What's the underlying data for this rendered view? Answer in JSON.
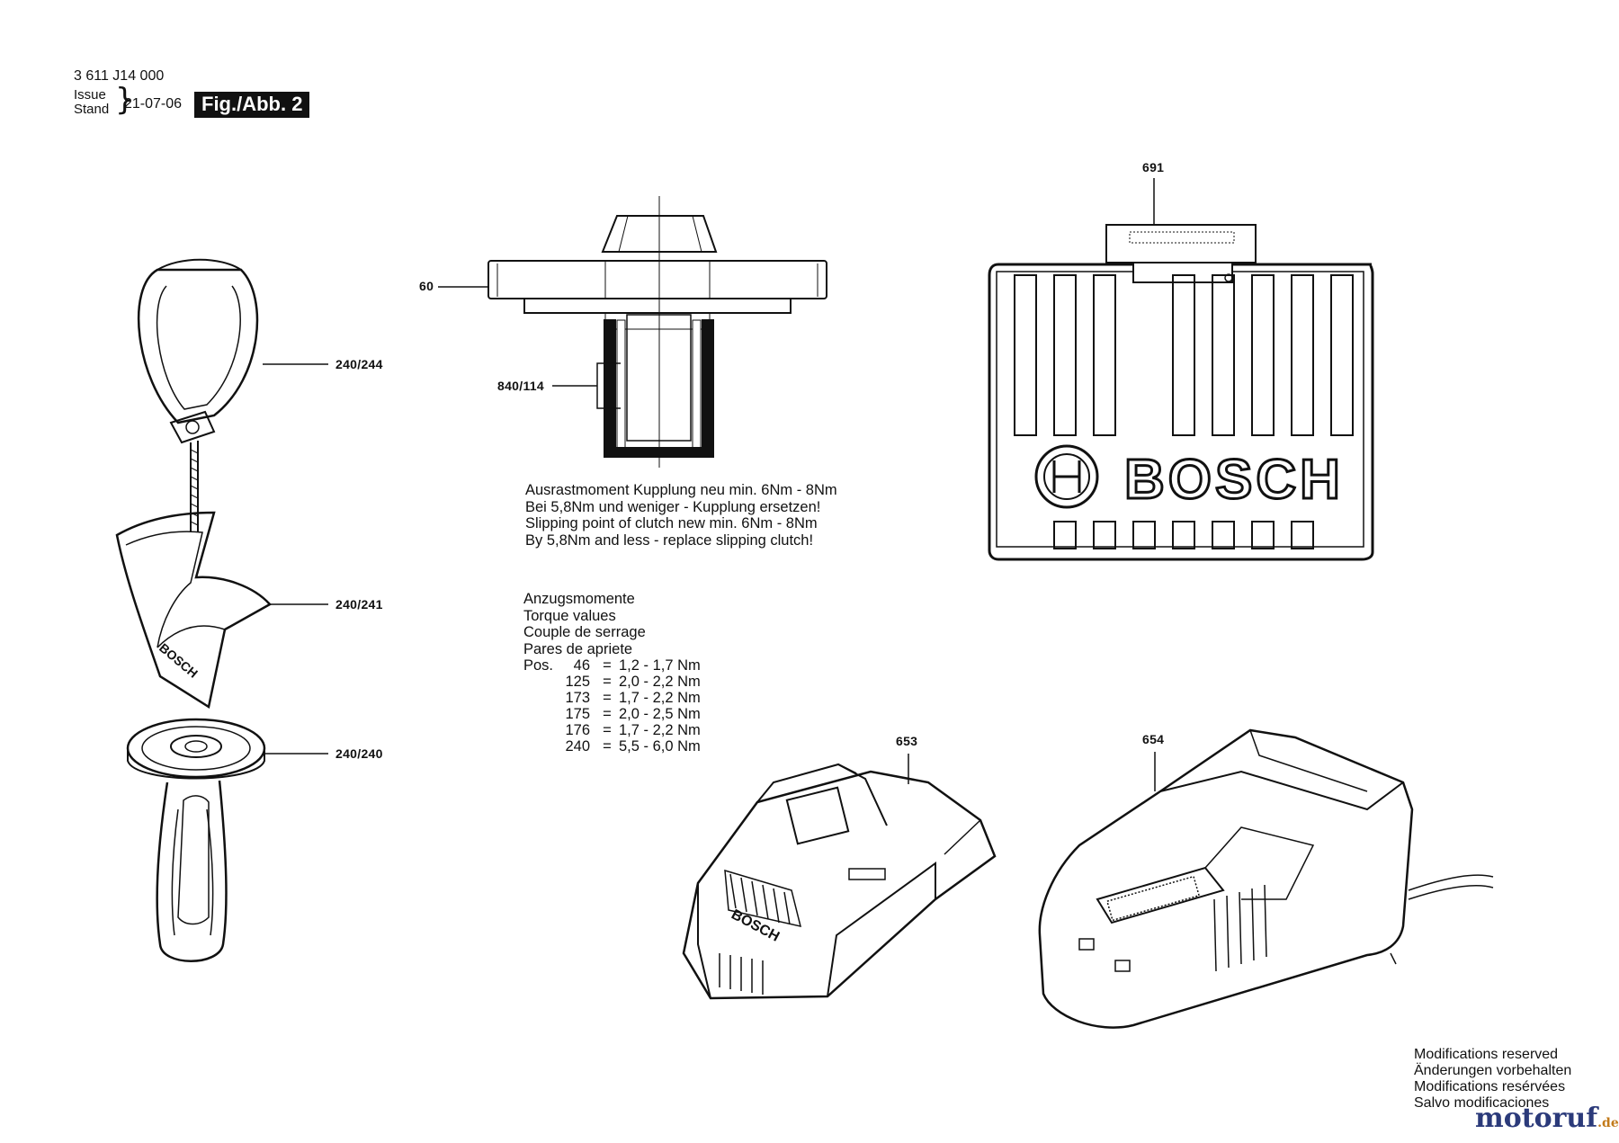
{
  "header": {
    "part_number": "3 611 J14 000",
    "issue_label": "Issue",
    "stand_label": "Stand",
    "date": "21-07-06",
    "figure": "Fig./Abb. 2"
  },
  "callouts": {
    "c60": "60",
    "c840_114": "840/114",
    "c240_244": "240/244",
    "c240_241": "240/241",
    "c240_240": "240/240",
    "c691": "691",
    "c653": "653",
    "c654": "654"
  },
  "case_brand": "BOSCH",
  "clutch_note": [
    "Ausrastmoment Kupplung neu min. 6Nm - 8Nm",
    "Bei 5,8Nm und weniger - Kupplung ersetzen!",
    "Slipping point of clutch new min. 6Nm - 8Nm",
    "By 5,8Nm and less - replace slipping clutch!"
  ],
  "torque": {
    "titles": [
      "Anzugsmomente",
      "Torque values",
      "Couple de serrage",
      "Pares de apriete"
    ],
    "pos_label": "Pos.",
    "rows": [
      {
        "pos": "46",
        "eq": "=",
        "value": "1,2 - 1,7 Nm"
      },
      {
        "pos": "125",
        "eq": "=",
        "value": "2,0 - 2,2 Nm"
      },
      {
        "pos": "173",
        "eq": "=",
        "value": "1,7 - 2,2 Nm"
      },
      {
        "pos": "175",
        "eq": "=",
        "value": "2,0 - 2,5 Nm"
      },
      {
        "pos": "176",
        "eq": "=",
        "value": "1,7 - 2,2 Nm"
      },
      {
        "pos": "240",
        "eq": "=",
        "value": "5,5 - 6,0 Nm"
      }
    ]
  },
  "modifications": [
    "Modifications reserved",
    "Änderungen vorbehalten",
    "Modifications resérvées",
    "Salvo modificaciones"
  ],
  "watermark": {
    "name": "motoruf",
    "tld": ".de"
  }
}
